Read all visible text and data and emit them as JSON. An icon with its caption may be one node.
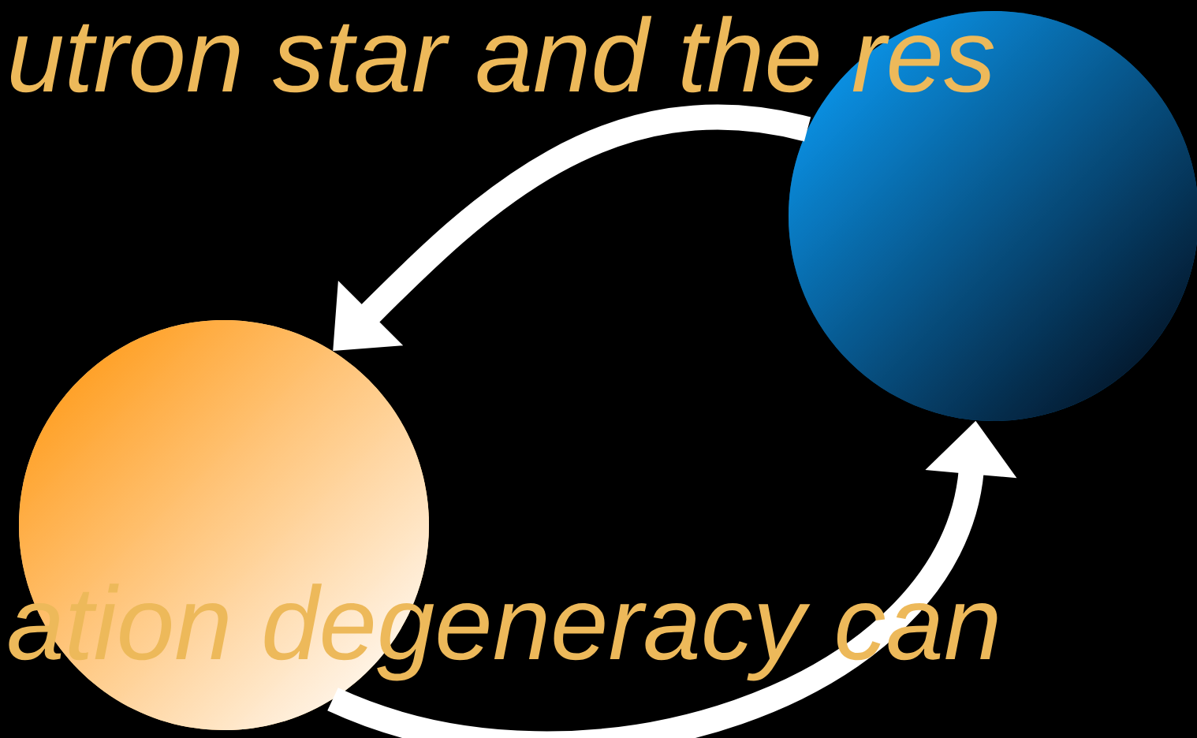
{
  "diagram": {
    "nodes": [
      {
        "text": [],
        "shape": "circle"
      },
      {
        "text": [],
        "shape": "circle"
      }
    ],
    "edges": [
      {
        "from": 0,
        "to": 1,
        "arrow": "to"
      },
      {
        "from": 1,
        "to": 0,
        "arrow": "to"
      }
    ],
    "labels": [
      "utron star and the res",
      "ation degeneracy can"
    ]
  }
}
